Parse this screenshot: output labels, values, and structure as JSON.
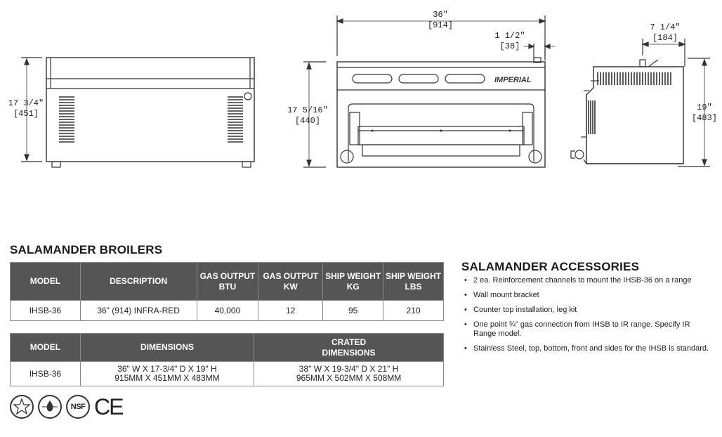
{
  "drawings": {
    "front": {
      "height": "17 3/4\"",
      "height_mm": "[451]"
    },
    "face": {
      "width": "36\"",
      "width_mm": "[914]",
      "gas_offset": "1 1/2\"",
      "gas_offset_mm": "[38]",
      "height": "17 5/16\"",
      "height_mm": "[440]",
      "brand": "IMPERIAL"
    },
    "side": {
      "depth": "7 1/4\"",
      "depth_mm": "[184]",
      "height": "19\"",
      "height_mm": "[483]"
    }
  },
  "broilers": {
    "title": "SALAMANDER BROILERS",
    "table1": {
      "headers": [
        "MODEL",
        "DESCRIPTION",
        "GAS OUTPUT BTU",
        "GAS OUTPUT KW",
        "SHIP WEIGHT KG",
        "SHIP WEIGHT LBS"
      ],
      "rows": [
        [
          "IHSB-36",
          "36\" (914) INFRA-RED",
          "40,000",
          "12",
          "95",
          "210"
        ]
      ]
    },
    "table2": {
      "headers": [
        "MODEL",
        "DIMENSIONS",
        "CRATED DIMENSIONS"
      ],
      "rows": [
        {
          "model": "IHSB-36",
          "dimensions": [
            "36\" W X 17-3/4\" D X 19\" H",
            "915MM X 451MM X 483MM"
          ],
          "crated": [
            "38\" W X 19-3/4\" D X 21\" H",
            "965MM X 502MM X 508MM"
          ]
        }
      ]
    }
  },
  "accessories": {
    "title": "SALAMANDER ACCESSORIES",
    "items": [
      "2 ea. Reinforcement channels to mount the IHSB-36 on a range",
      "Wall mount bracket",
      "Counter top installation, leg kit",
      "One point ¾\" gas connection from IHSB to IR range. Specify IR Range model.",
      "Stainless Steel, top, bottom, front and sides for the IHSB is standard."
    ]
  },
  "certifications": {
    "nsf": "NSF",
    "ce": "CE"
  }
}
